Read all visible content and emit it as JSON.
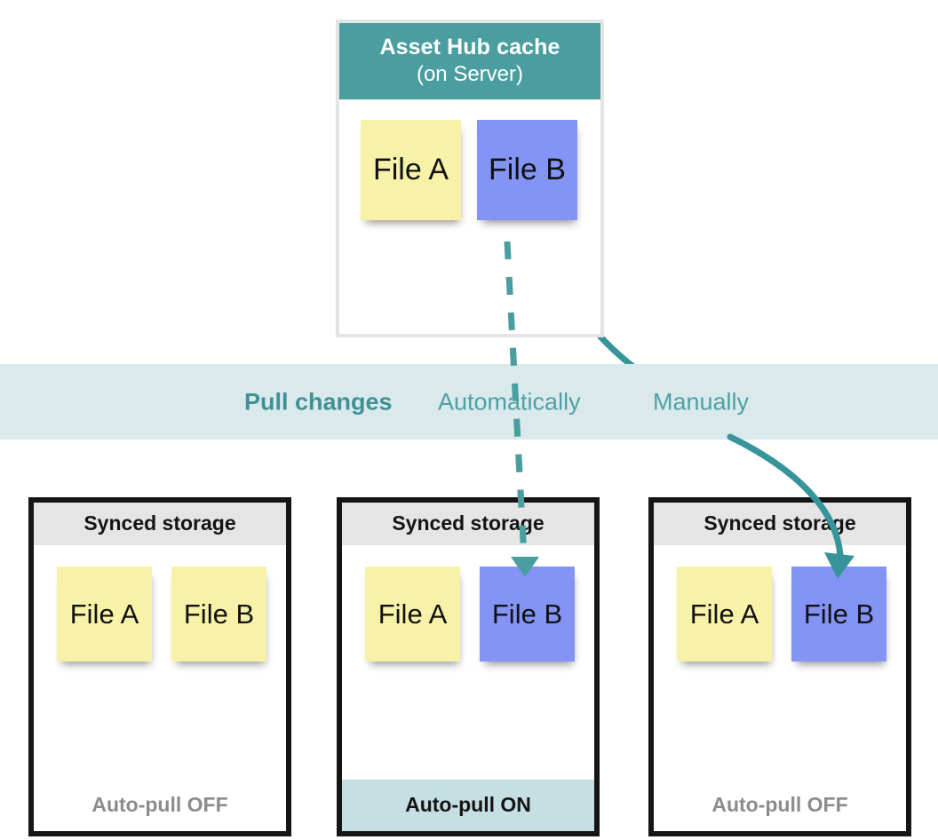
{
  "diagram": {
    "title": "Asset Hub cache sync diagram",
    "colors": {
      "teal": "#4a9ea0",
      "teal_text": "#4ea0a4",
      "band_bg": "#daeaec",
      "note_yellow": "#f8f2a8",
      "note_blue": "#8394f5",
      "storage_header_bg": "#e5e5e5",
      "storage_border": "#151515",
      "auto_pull_on_bg": "#c5dfe2",
      "auto_pull_off_text": "#8c8c8c"
    }
  },
  "cache": {
    "title": "Asset Hub cache",
    "subtitle": "(on Server)",
    "notes": [
      {
        "label": "File A",
        "color": "yellow"
      },
      {
        "label": "File B",
        "color": "blue"
      }
    ]
  },
  "band": {
    "primary_label": "Pull changes",
    "modes": [
      {
        "label": "Automatically",
        "arrow_style": "dashed"
      },
      {
        "label": "Manually",
        "arrow_style": "solid-curved"
      }
    ]
  },
  "storages": [
    {
      "header": "Synced storage",
      "notes": [
        {
          "label": "File A",
          "color": "yellow"
        },
        {
          "label": "File B",
          "color": "yellow"
        }
      ],
      "footer": "Auto-pull OFF",
      "auto_pull": "off"
    },
    {
      "header": "Synced storage",
      "notes": [
        {
          "label": "File A",
          "color": "yellow"
        },
        {
          "label": "File B",
          "color": "blue"
        }
      ],
      "footer": "Auto-pull ON",
      "auto_pull": "on"
    },
    {
      "header": "Synced storage",
      "notes": [
        {
          "label": "File A",
          "color": "yellow"
        },
        {
          "label": "File B",
          "color": "blue"
        }
      ],
      "footer": "Auto-pull OFF",
      "auto_pull": "off"
    }
  ]
}
